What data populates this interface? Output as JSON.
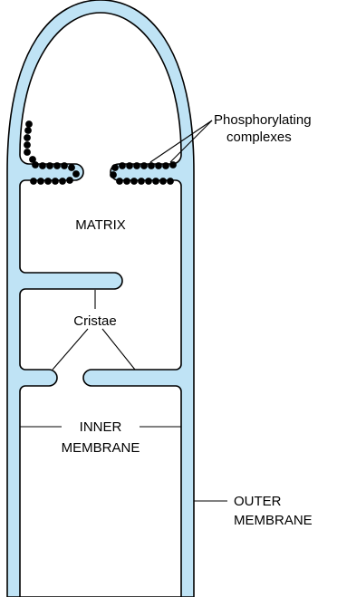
{
  "diagram": {
    "labels": {
      "phosphorylating_line1": "Phosphorylating",
      "phosphorylating_line2": "complexes",
      "matrix": "MATRIX",
      "cristae": "Cristae",
      "inner_line1": "INNER",
      "inner_line2": "MEMBRANE",
      "outer_line1": "OUTER",
      "outer_line2": "MEMBRANE"
    },
    "colors": {
      "membrane_fill": "#bfe3f5",
      "line": "#000000",
      "background": "#ffffff",
      "particle": "#000000"
    },
    "particle_count": 37
  }
}
